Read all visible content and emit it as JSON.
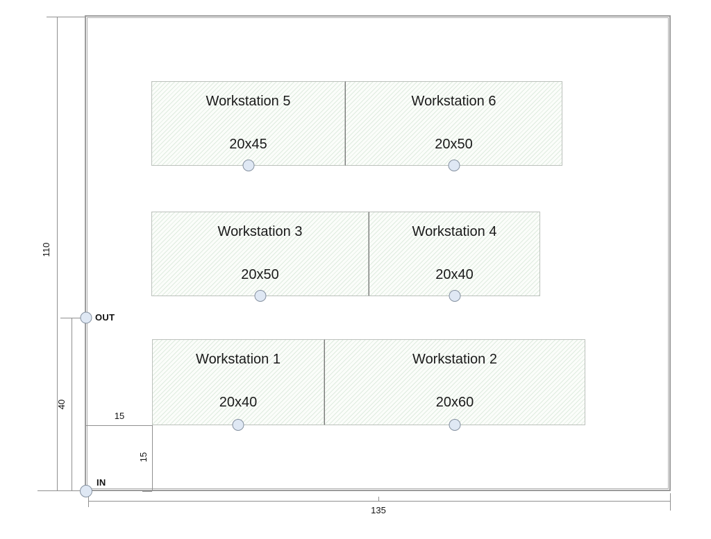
{
  "diagram": {
    "type": "facility-floor-layout",
    "dimensions": {
      "total_height": "110",
      "in_to_out_height": "40",
      "aisle_horizontal": "15",
      "aisle_vertical": "15",
      "total_width": "135"
    },
    "ports": {
      "in_label": "IN",
      "out_label": "OUT"
    },
    "workstations": [
      {
        "name": "Workstation 1",
        "size": "20x40"
      },
      {
        "name": "Workstation 2",
        "size": "20x60"
      },
      {
        "name": "Workstation 3",
        "size": "20x50"
      },
      {
        "name": "Workstation 4",
        "size": "20x40"
      },
      {
        "name": "Workstation 5",
        "size": "20x45"
      },
      {
        "name": "Workstation 6",
        "size": "20x50"
      }
    ],
    "colors": {
      "wall_gray": "#9c9c9c",
      "workstation_hatch_green": "#d9e9da",
      "node_fill_blue": "#dfe8f4",
      "dimension_line_gray": "#8f8f8f"
    }
  }
}
